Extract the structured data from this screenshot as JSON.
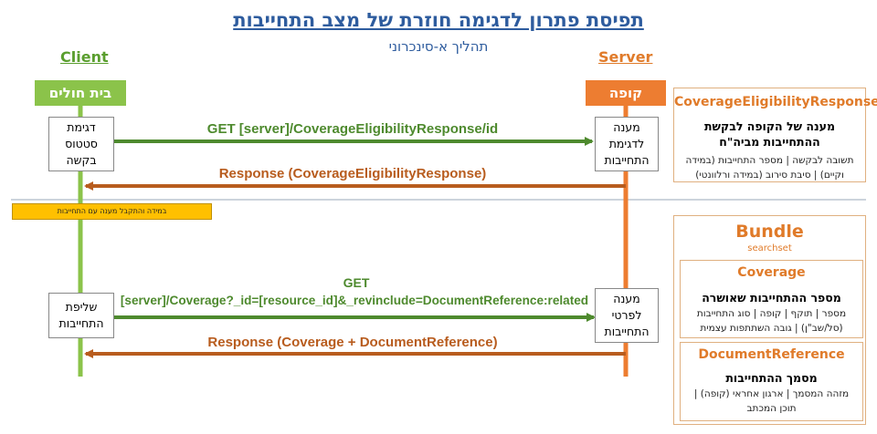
{
  "header": {
    "title": "תפיסת פתרון לדגימה חוזרת של מצב התחייבות",
    "subtitle": "תהליך א-סינכרוני"
  },
  "roles": {
    "client": "Client",
    "server": "Server"
  },
  "lanes": {
    "client": "בית חולים",
    "server": "קופה"
  },
  "boxes": {
    "client_poll": [
      "דגימת",
      "סטטוס",
      "בקשה"
    ],
    "server_reply1": [
      "מענה",
      "לדגימת",
      "התחייבות"
    ],
    "client_fetch": [
      "שליפת",
      "התחייבות"
    ],
    "server_reply2": [
      "מענה",
      "לפרטי",
      "התחייבות"
    ]
  },
  "messages": {
    "m1": "GET [server]/CoverageEligibilityResponse/id",
    "m2": "Response (CoverageEligibilityResponse)",
    "m3_line1": "GET",
    "m3_line2": "[server]/Coverage?_id=[resource_id]&_revinclude=DocumentReference:related",
    "m4": "Response (Coverage + DocumentReference)"
  },
  "note": "במידה והתקבל מענה עם התחייבות",
  "panels": {
    "cer": {
      "title": "CoverageEligibilityResponse",
      "heading": "מענה של הקופה לבקשת ההתחייבות מביה\"ח",
      "details": "תשובה לבקשה | מספר התחייבות (במידה וקיים) | סיבת סירוב (במידה ורלוונטי)"
    },
    "bundle": {
      "title": "Bundle",
      "type": "searchset",
      "coverage": {
        "title": "Coverage",
        "heading": "מספר ההתחייבות שאושרה",
        "details": "מספר | תוקף | קופה | סוג התחייבות (סל/שב\"ן) | גובה השתתפות עצמית"
      },
      "docref": {
        "title": "DocumentReference",
        "heading": "מסמך ההתחייבות",
        "details": "מזהה המסמך | ארגון אחראי (קופה) | תוכן המכתב"
      }
    }
  },
  "colors": {
    "client": "#8bc34a",
    "client_arrow": "#4e8a2e",
    "server": "#ed7d31",
    "server_arrow": "#b85c1e",
    "title": "#2e5c9e"
  }
}
